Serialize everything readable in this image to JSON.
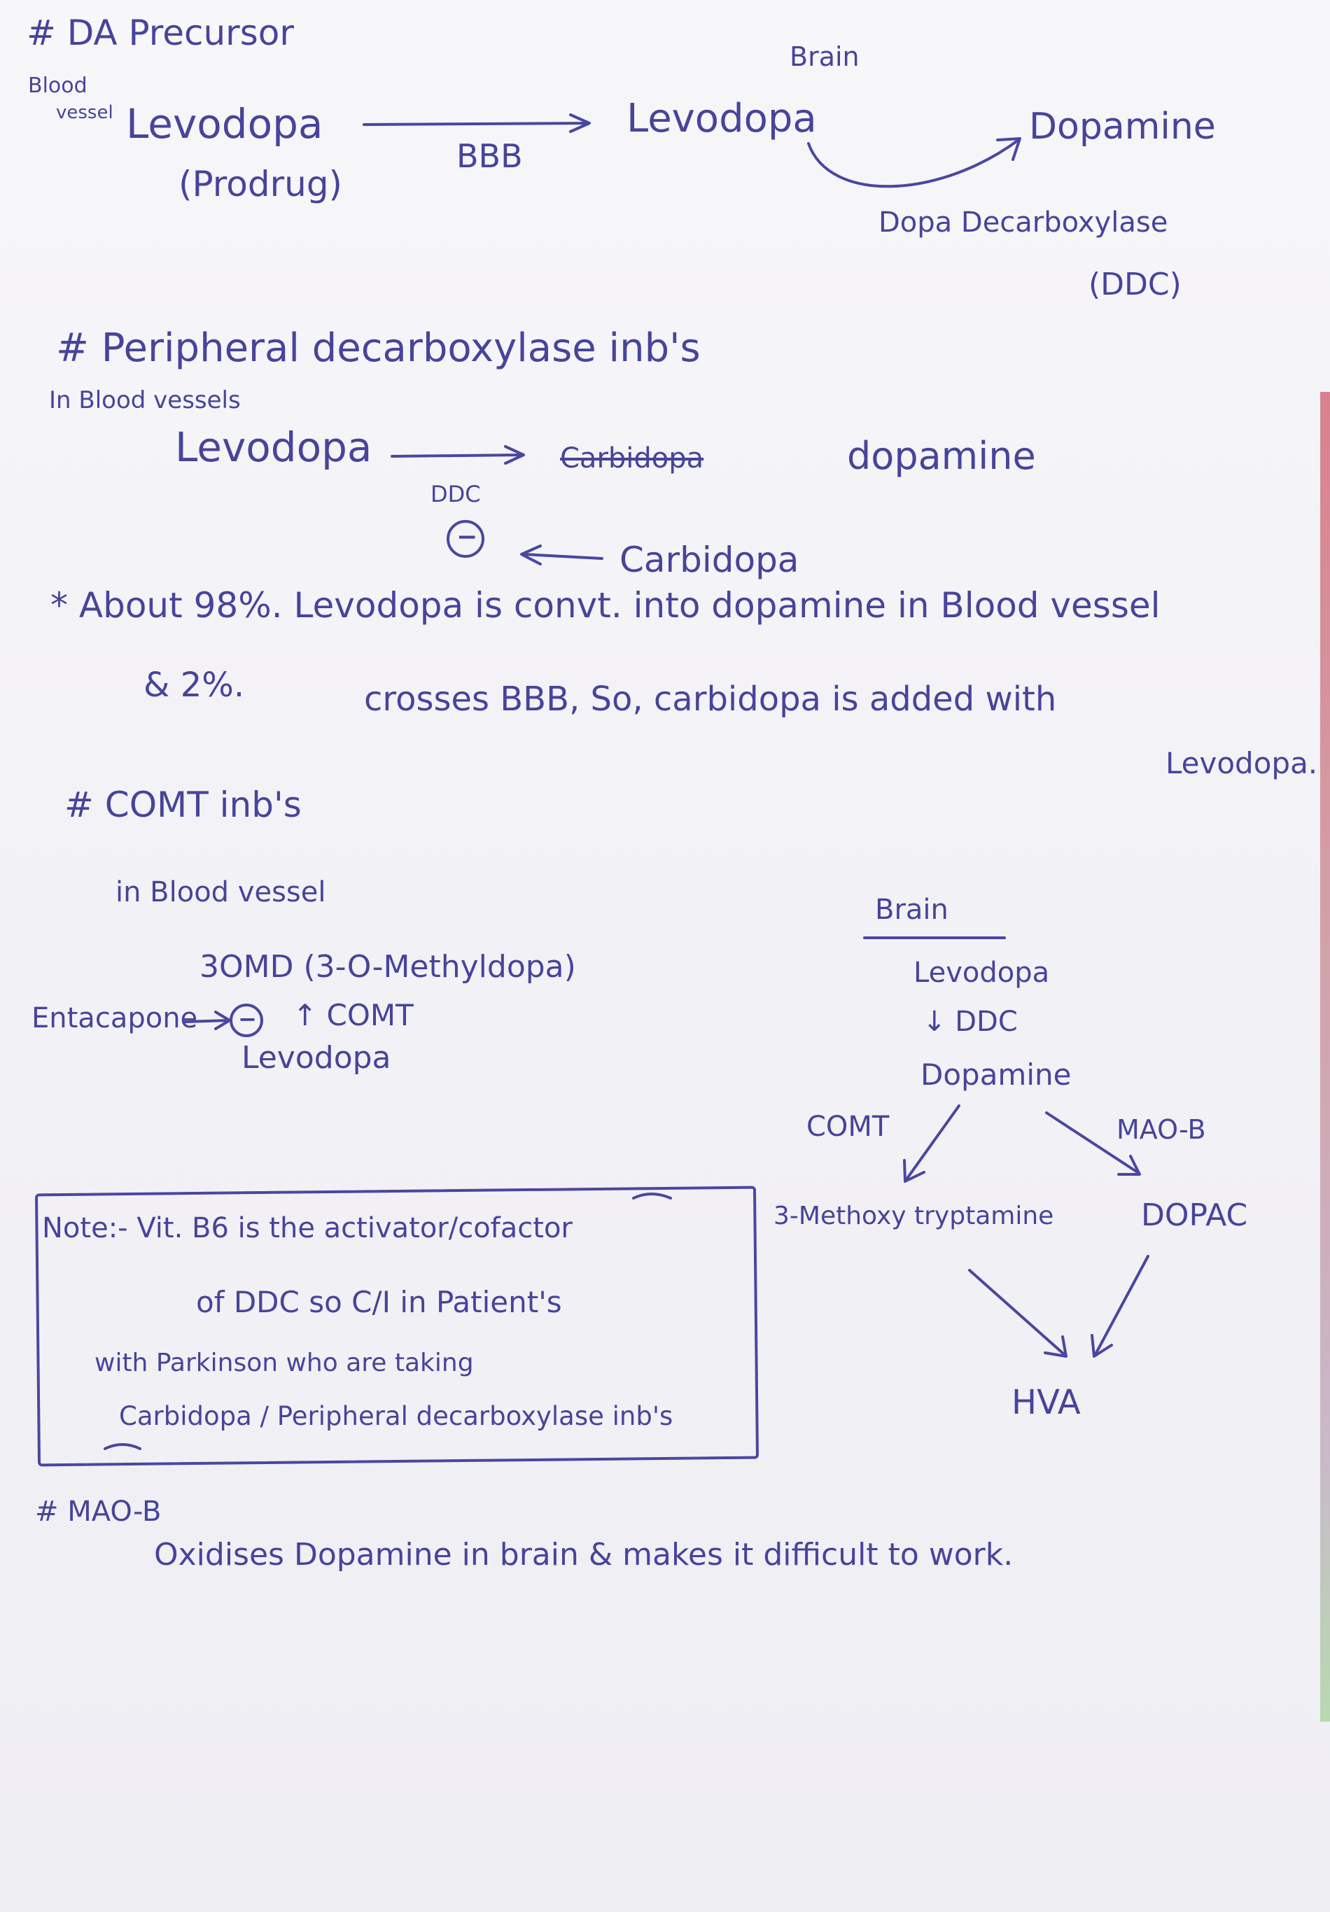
{
  "sec1": {
    "heading": "# DA Precursor",
    "brain_label": "Brain",
    "blood_label": "Blood",
    "vessel_label": "vessel",
    "levodopa_left": "Levodopa",
    "prodrug": "(Prodrug)",
    "bbb": "BBB",
    "levodopa_right": "Levodopa",
    "dopamine": "Dopamine",
    "enzyme": "Dopa Decarboxylase",
    "enzyme_abbr": "(DDC)"
  },
  "sec2": {
    "heading": "# Peripheral decarboxylase inb's",
    "location": "In Blood vessels",
    "levodopa": "Levodopa",
    "ddc": "DDC",
    "struck": "Carbidopa",
    "dopamine": "dopamine",
    "minus": "−",
    "carbidopa": "Carbidopa",
    "note_line1": "* About 98%. Levodopa is convt. into dopamine in Blood vessel",
    "note_line2a": "& 2%.",
    "note_line2b": "crosses BBB, So, carbidopa is added with",
    "note_line3": "Levodopa."
  },
  "sec3": {
    "heading": "# COMT inb's",
    "location": "in Blood vessel",
    "omd": "3OMD (3-O-Methyldopa)",
    "entacapone": "Entacapone",
    "minus": "−",
    "comt_arrow": "↑ COMT",
    "levodopa": "Levodopa",
    "brain": "Brain",
    "brain_levodopa": "Levodopa",
    "brain_ddc": "↓ DDC",
    "brain_dopamine": "Dopamine",
    "comt": "COMT",
    "maob": "MAO-B",
    "methoxy": "3-Methoxy tryptamine",
    "dopac": "DOPAC",
    "hva": "HVA"
  },
  "note": {
    "line1": "Note:- Vit. B6 is the activator/cofactor",
    "line2": "of DDC so C/I in Patient's",
    "line3": "with Parkinson who are taking",
    "line4": "Carbidopa / Peripheral decarboxylase inb's"
  },
  "sec4": {
    "heading": "# MAO-B",
    "body": "Oxidises Dopamine in brain & makes it difficult to work."
  }
}
